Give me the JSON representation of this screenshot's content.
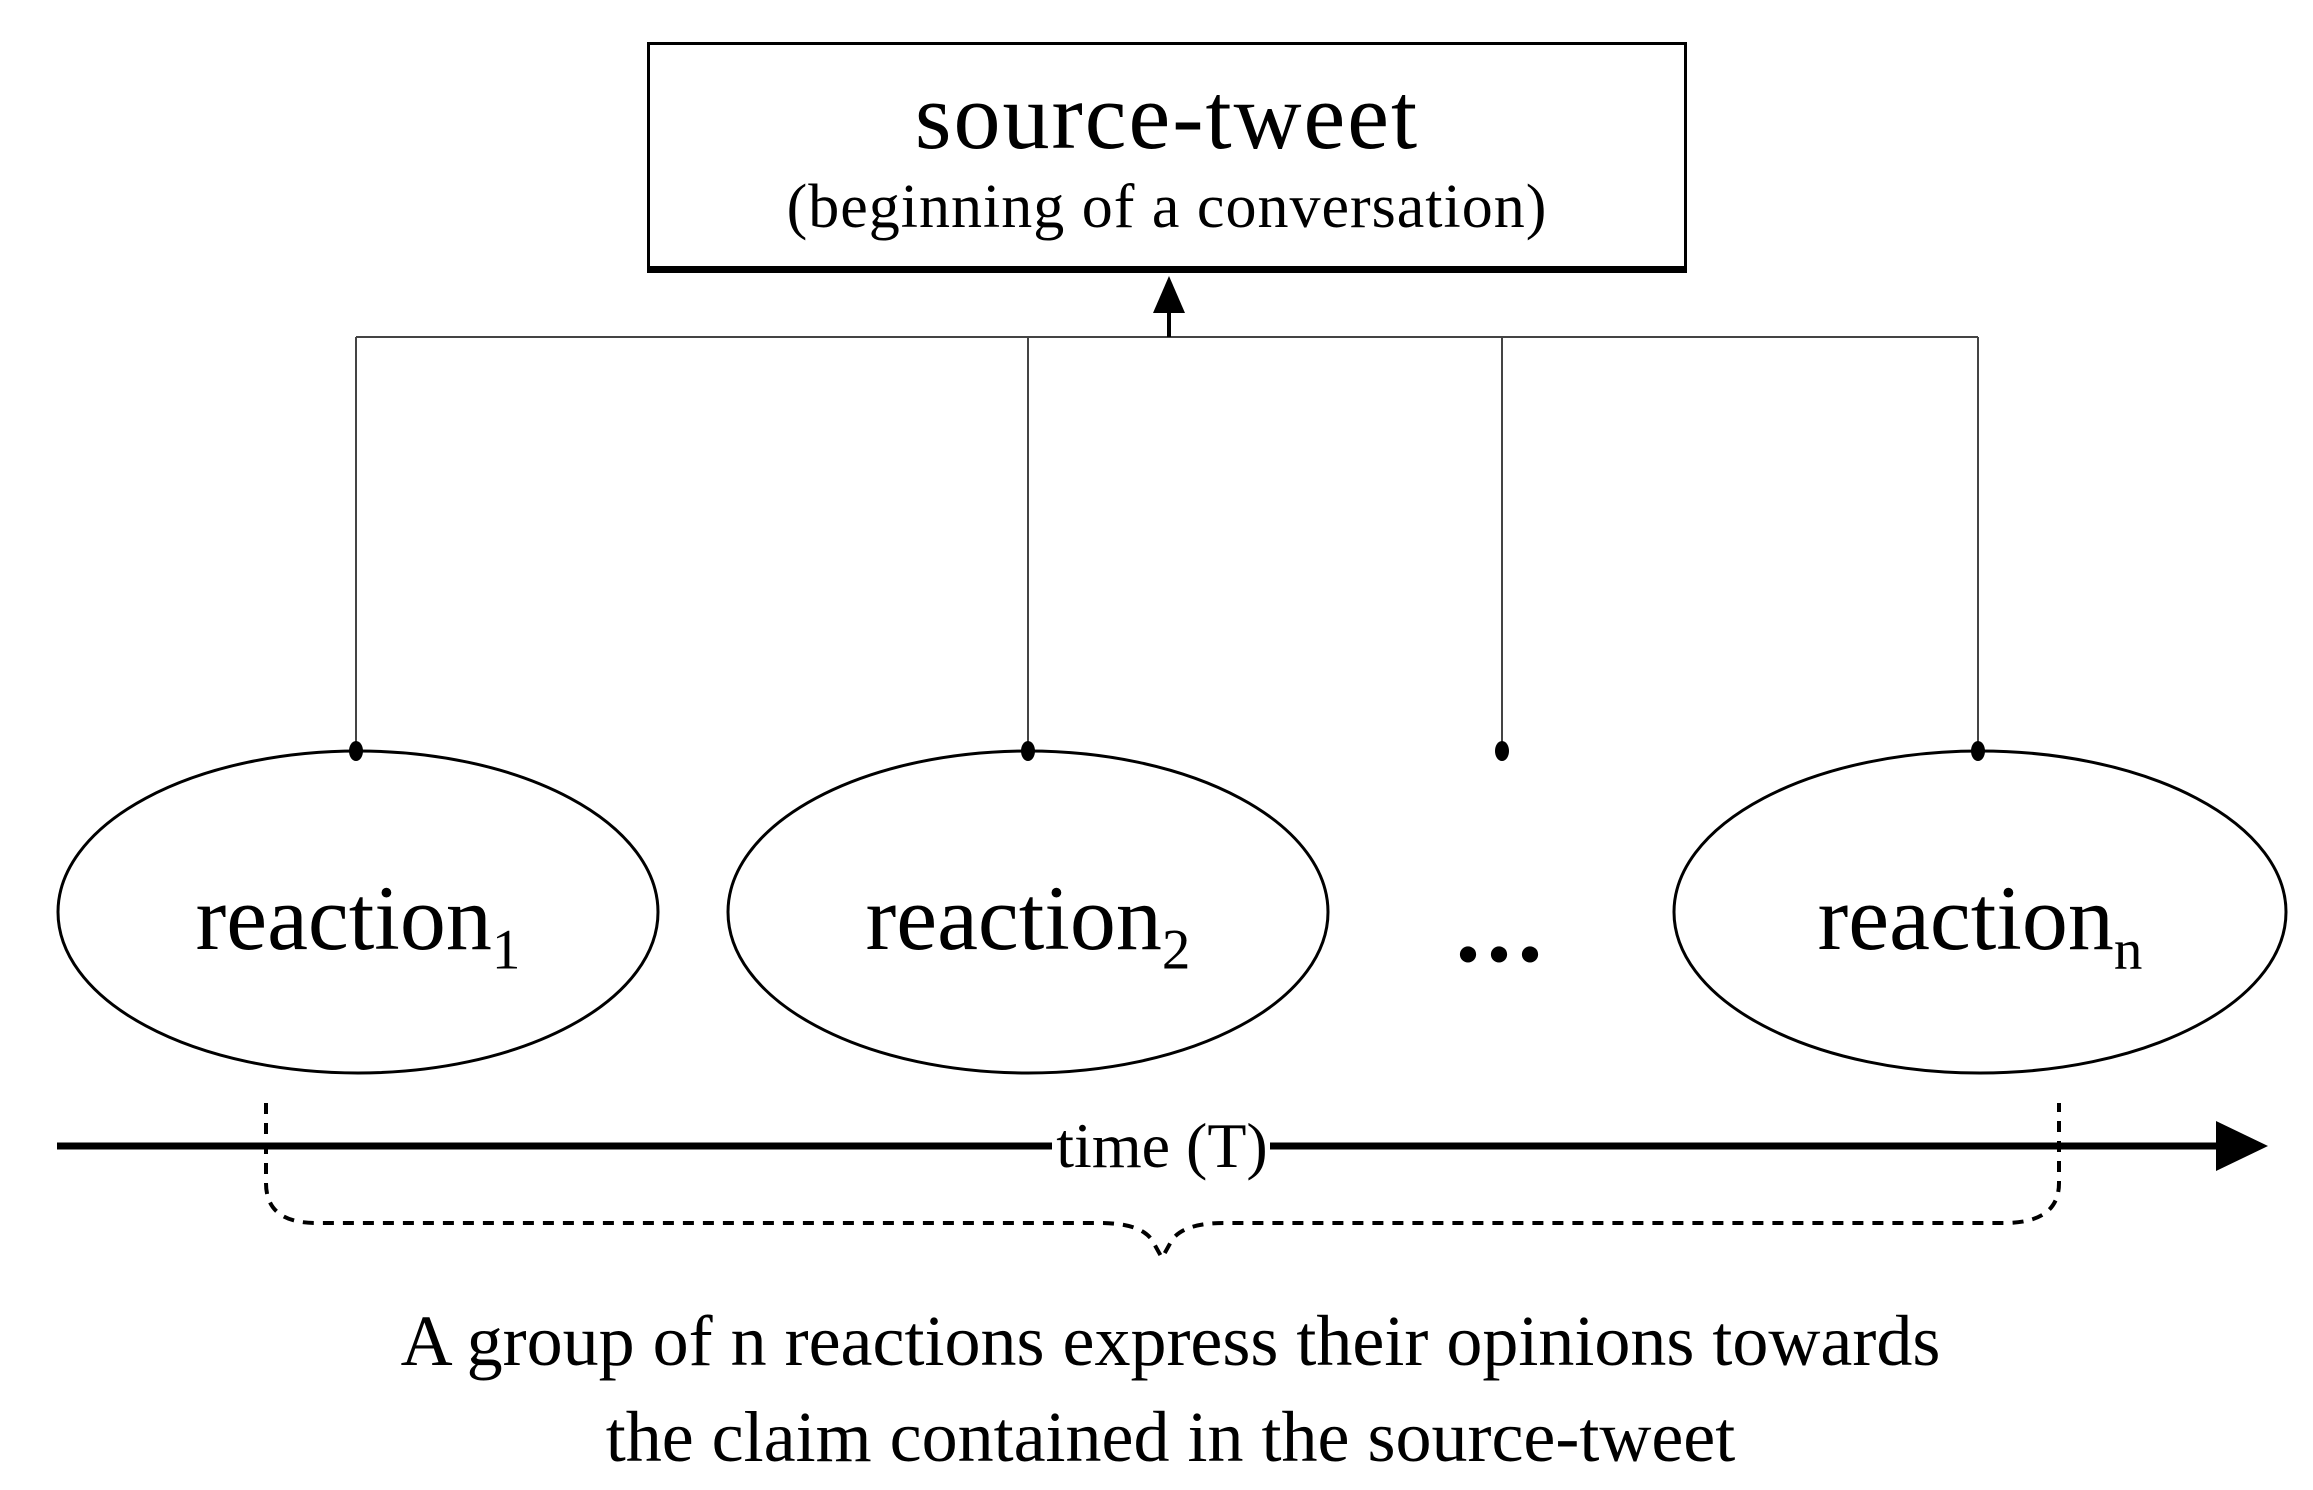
{
  "diagram": {
    "source_box": {
      "title": "source-tweet",
      "subtitle": "(beginning of a conversation)"
    },
    "reactions": [
      {
        "base": "reaction",
        "sub": "1"
      },
      {
        "base": "reaction",
        "sub": "2"
      },
      {
        "base": "reaction",
        "sub": "n"
      }
    ],
    "ellipsis": "...",
    "timeline_label": "time (T)",
    "caption_line1": "A group of n reactions express their opinions towards",
    "caption_line2": "the claim contained in the source-tweet",
    "colors": {
      "ink": "#000000",
      "connector": "#444444",
      "background": "#ffffff"
    }
  }
}
